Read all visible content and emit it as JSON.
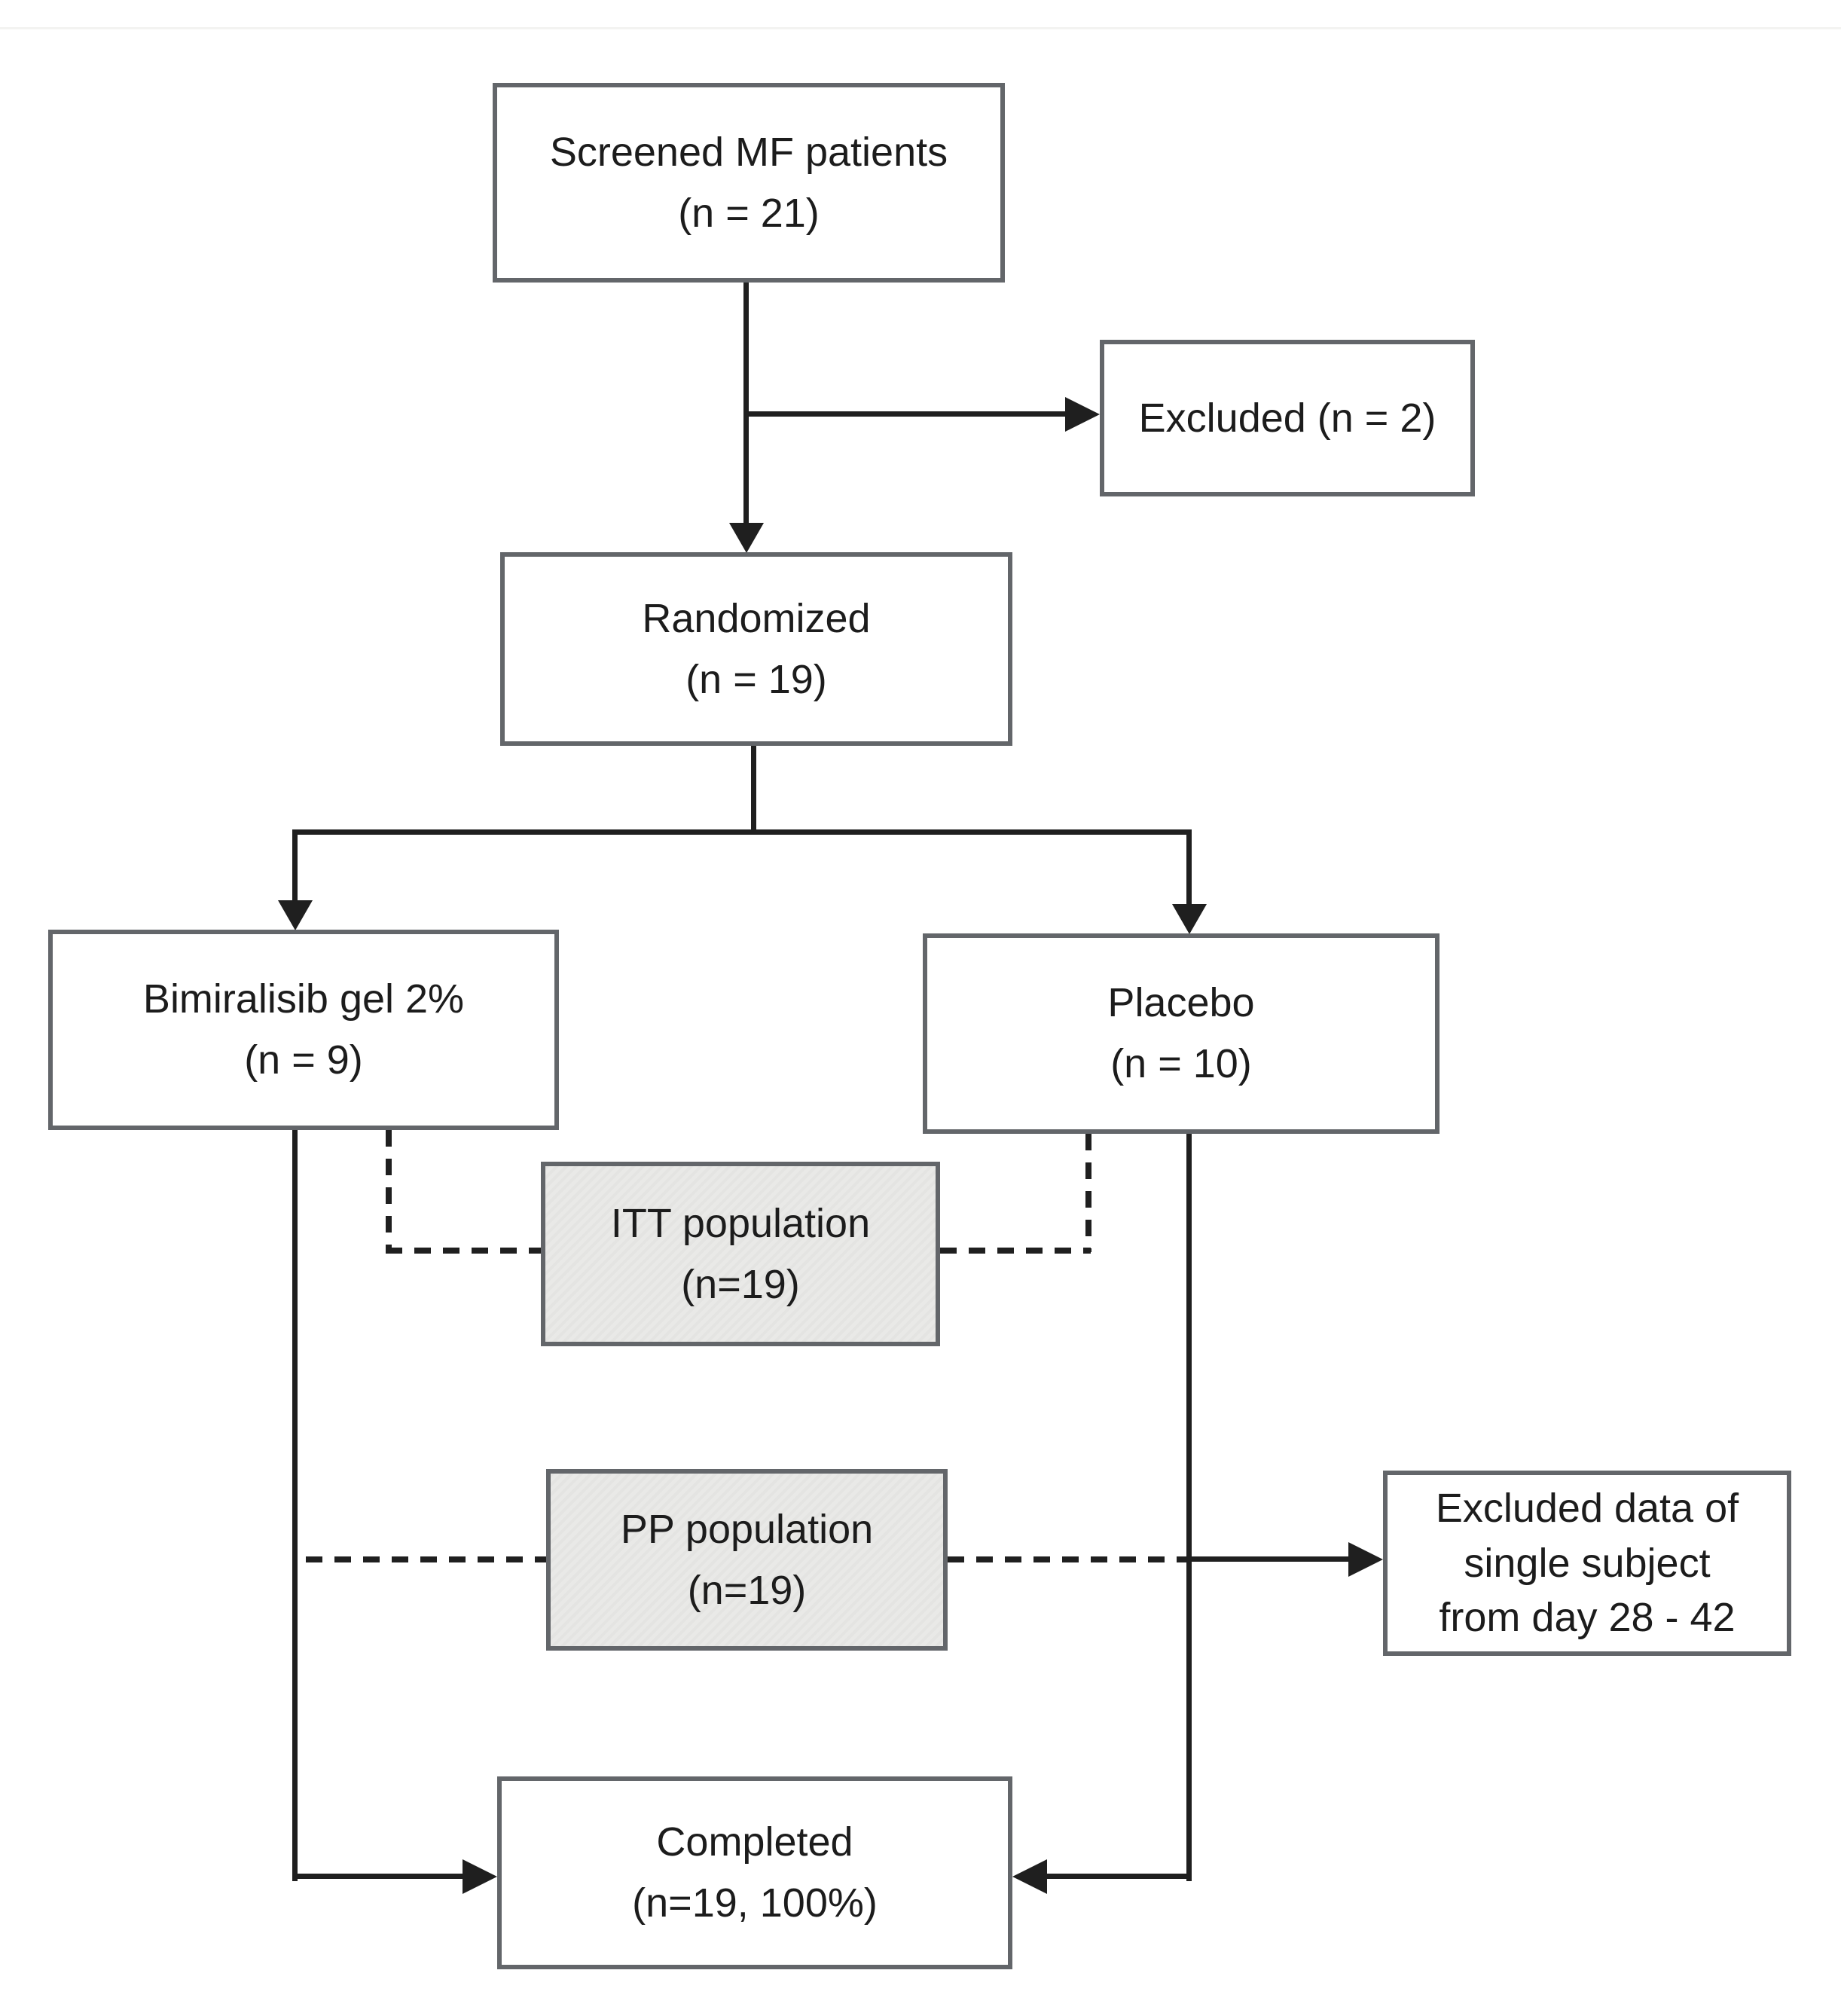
{
  "diagram": {
    "type": "clinical-trial-flow",
    "boxes": {
      "screened": {
        "lines": [
          "Screened MF patients",
          "(n = 21)"
        ]
      },
      "excluded": {
        "lines": [
          "Excluded (n = 2)"
        ]
      },
      "randomized": {
        "lines": [
          "Randomized",
          "(n = 19)"
        ]
      },
      "bimiralisib": {
        "lines": [
          "Bimiralisib gel 2%",
          "(n = 9)"
        ]
      },
      "placebo": {
        "lines": [
          "Placebo",
          "(n = 10)"
        ]
      },
      "itt": {
        "lines": [
          "ITT population",
          "(n=19)"
        ]
      },
      "pp": {
        "lines": [
          "PP population",
          "(n=19)"
        ]
      },
      "excluded_data": {
        "lines": [
          "Excluded data of",
          "single subject",
          "from day 28 - 42"
        ]
      },
      "completed": {
        "lines": [
          "Completed",
          "(n=19, 100%)"
        ]
      }
    },
    "colors": {
      "box_border": "#63666a",
      "line_color": "#1f1f1f",
      "gray_fill": "#e9e9e7",
      "white_fill": "#ffffff",
      "text_color": "#1c1c1c",
      "background": "#ffffff"
    }
  }
}
